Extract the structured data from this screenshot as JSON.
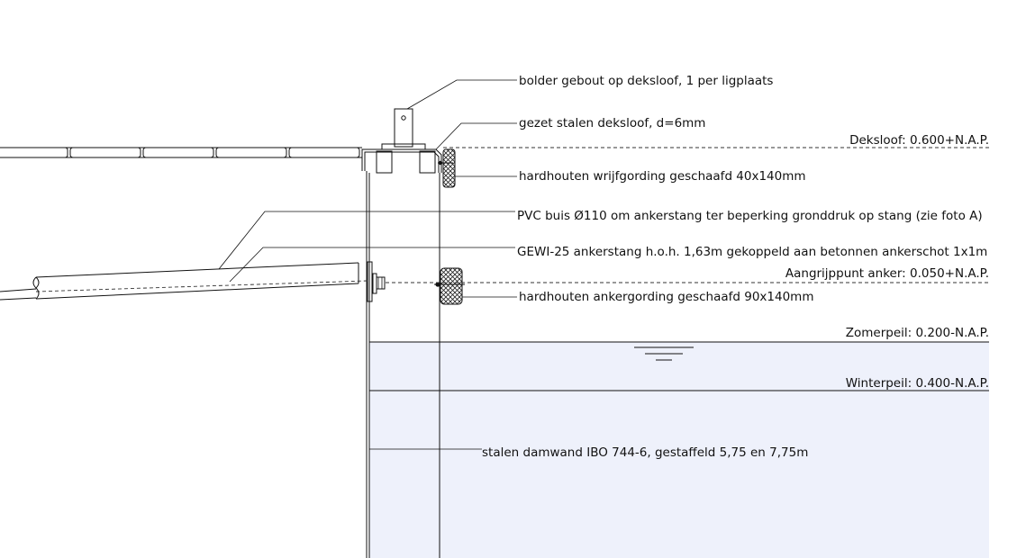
{
  "colors": {
    "line": "#111111",
    "water": "#eef1fb",
    "hatch": "#222222"
  },
  "annotations": {
    "bolder": "bolder gebout op deksloof, 1 per ligplaats",
    "deksloof": "gezet stalen deksloof, d=6mm",
    "wrijfgording": "hardhouten wrijfgording geschaafd 40x140mm",
    "pvc_buis": "PVC buis Ø110 om ankerstang ter beperking gronddruk op stang (zie foto A)",
    "ankerstang": "GEWI-25 ankerstang h.o.h. 1,63m gekoppeld aan betonnen ankerschot 1x1m",
    "ankergording": "hardhouten ankergording geschaafd 90x140mm",
    "damwand": "stalen damwand IBO 744-6, gestaffeld 5,75 en 7,75m"
  },
  "levels": {
    "deksloof": "Deksloof: 0.600+N.A.P.",
    "aangrijppunt": "Aangrijppunt anker: 0.050+N.A.P.",
    "zomerpeil": "Zomerpeil: 0.200-N.A.P.",
    "winterpeil": "Winterpeil: 0.400-N.A.P."
  }
}
